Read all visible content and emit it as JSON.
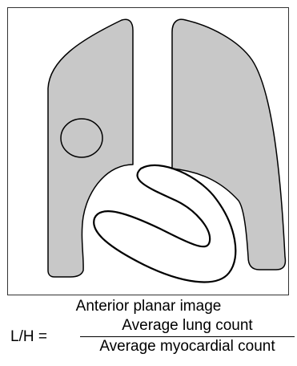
{
  "caption": {
    "title": "Anterior planar image",
    "lhs": "L/H =",
    "numerator": "Average lung count",
    "denominator": "Average myocardial count"
  },
  "colors": {
    "lung_fill": "#c8c8c8",
    "outline": "#000000",
    "background": "#ffffff"
  }
}
